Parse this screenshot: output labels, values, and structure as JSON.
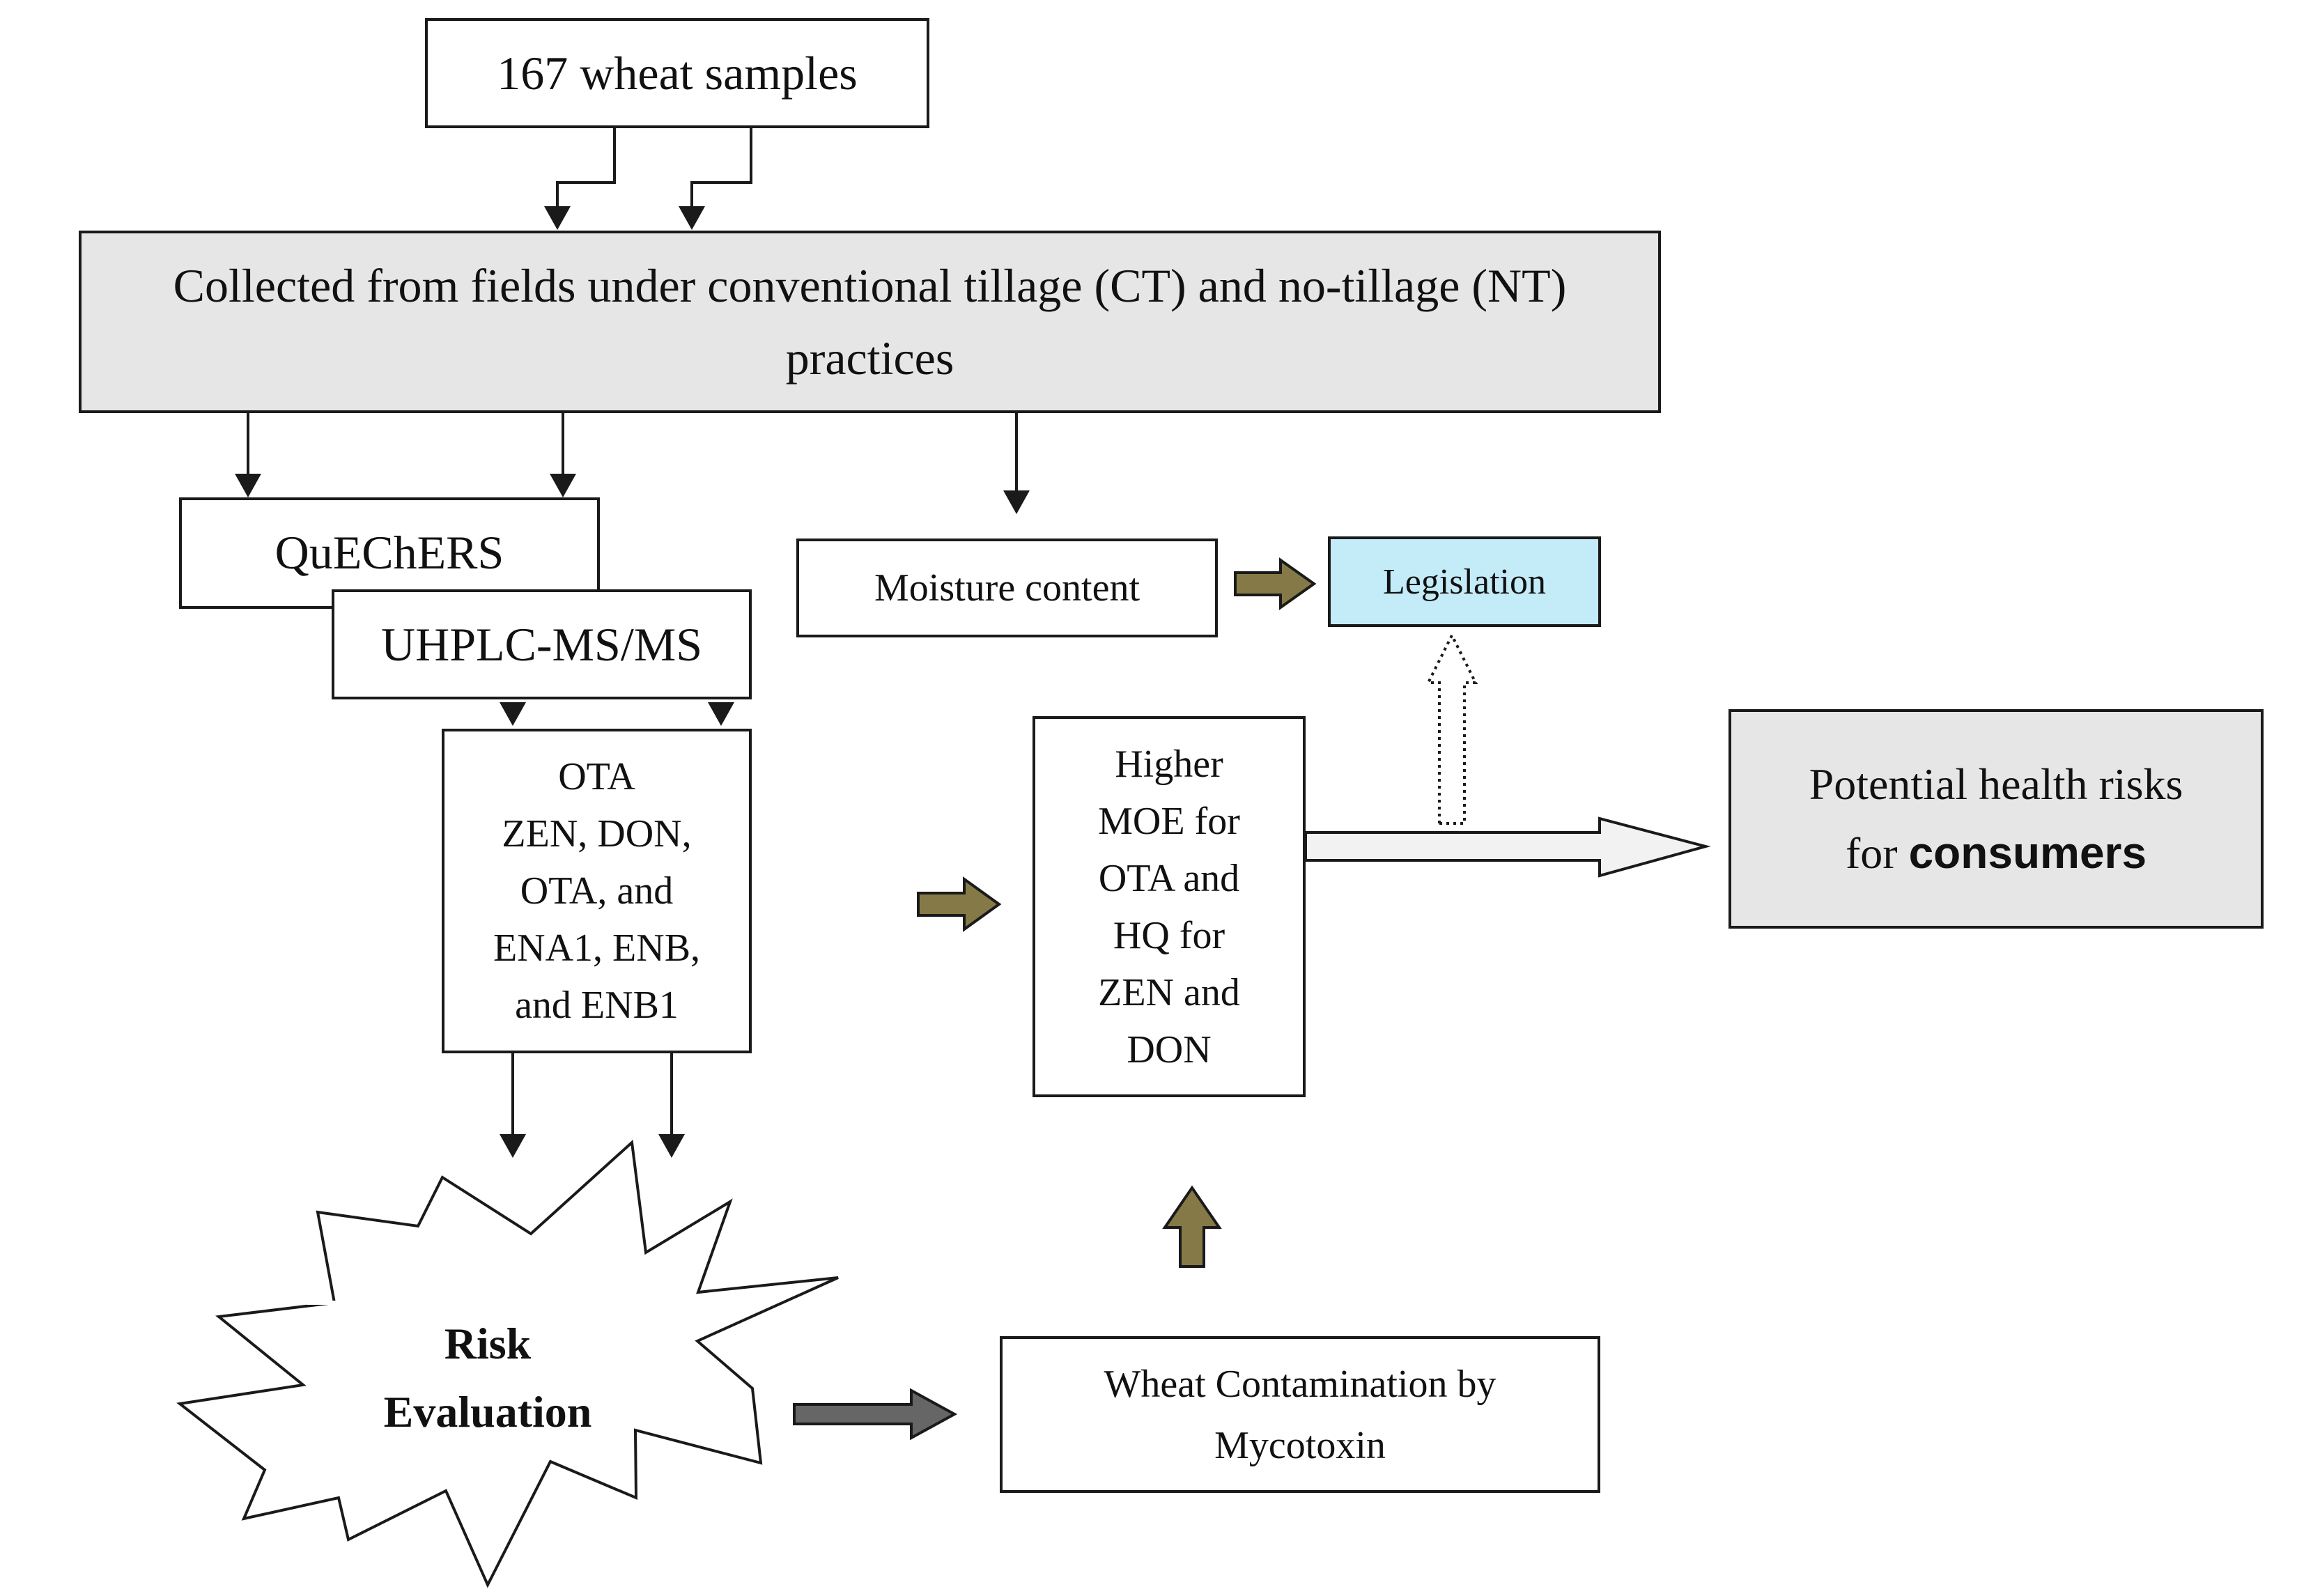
{
  "nodes": {
    "samples": "167 wheat samples",
    "collected": "Collected from fields under conventional tillage (CT) and no-tillage (NT) practices",
    "quechers": "QuEChERS",
    "uhplc": "UHPLC-MS/MS",
    "toxins": [
      "OTA",
      "ZEN, DON,",
      "OTA, and",
      "ENA1, ENB,",
      "and ENB1"
    ],
    "moisture": "Moisture content",
    "legislation": "Legislation",
    "moe": [
      "Higher",
      "MOE for",
      "OTA and",
      "HQ for",
      "ZEN and",
      "DON"
    ],
    "health": {
      "line1": "Potential health risks",
      "line2_prefix": "for ",
      "line2_bold": "consumers"
    },
    "risk": [
      "Risk",
      "Evaluation"
    ],
    "wheat_contamination": [
      "Wheat Contamination by",
      "Mycotoxin"
    ]
  },
  "colors": {
    "gray_box": "#e6e6e6",
    "legislation_fill": "#c4ebf8",
    "olive_arrow": "#857a47",
    "dark_arrow": "#666666",
    "line": "#1a1a1a"
  }
}
